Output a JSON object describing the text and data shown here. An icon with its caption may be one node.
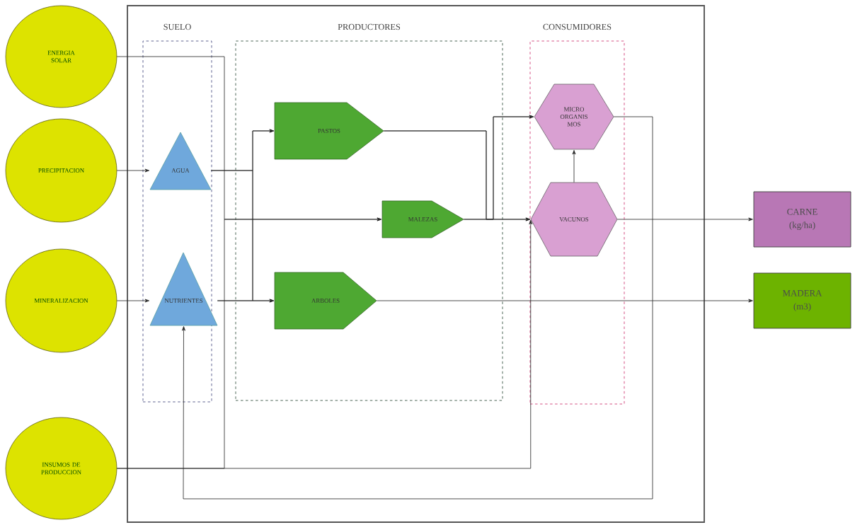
{
  "diagram": {
    "nodes": [
      {
        "text": [],
        "shape": "box"
      },
      {
        "text": [
          "SUELO"
        ],
        "in": 0
      },
      {
        "text": [
          "PRODUCTORES"
        ],
        "in": 0
      },
      {
        "text": [
          "CONSUMIDORES"
        ],
        "in": 0
      },
      {
        "text": [
          "ENERGIA SOLAR"
        ]
      },
      {
        "text": [
          "PRECIPITACION"
        ]
      },
      {
        "text": [
          "MINERALIZACION"
        ]
      },
      {
        "text": [
          "INSUMOS DE PRODUCCION"
        ]
      },
      {
        "text": [
          "AGUA"
        ],
        "in": 1
      },
      {
        "text": [
          "NUTRIENTES"
        ],
        "in": 1
      },
      {
        "text": [
          "PASTOS"
        ],
        "in": 2
      },
      {
        "text": [
          "MALEZAS"
        ],
        "in": 2
      },
      {
        "text": [
          "ARBOLES"
        ],
        "in": 2
      },
      {
        "text": [
          "MICRO ORGANIS MOS"
        ],
        "in": 3
      },
      {
        "text": [
          "VACUNOS"
        ],
        "in": 3
      },
      {
        "text": [
          "CARNE",
          "(kg/ha)"
        ]
      },
      {
        "text": [
          "MADERA",
          "(m3)"
        ]
      }
    ],
    "edges": [
      {
        "from": 4,
        "to": 11,
        "arrow": "to"
      },
      {
        "from": 7,
        "to": 11,
        "arrow": "to"
      },
      {
        "from": 5,
        "to": 8,
        "arrow": "to"
      },
      {
        "from": 6,
        "to": 9,
        "arrow": "to"
      },
      {
        "from": 8,
        "to": 10,
        "arrow": "to"
      },
      {
        "from": 8,
        "to": 12,
        "arrow": "to"
      },
      {
        "from": 9,
        "to": 12,
        "arrow": "to"
      },
      {
        "from": 9,
        "to": 10,
        "arrow": "to"
      },
      {
        "from": 10,
        "to": 14,
        "arrow": "to"
      },
      {
        "from": 10,
        "to": 13,
        "arrow": "to"
      },
      {
        "from": 11,
        "to": 14,
        "arrow": "to"
      },
      {
        "from": 11,
        "to": 13,
        "arrow": "to"
      },
      {
        "from": 14,
        "to": 13,
        "arrow": "to"
      },
      {
        "from": 14,
        "to": 15,
        "arrow": "to"
      },
      {
        "from": 12,
        "to": 16,
        "arrow": "to"
      },
      {
        "from": 13,
        "to": 9,
        "arrow": "to"
      },
      {
        "from": 7,
        "to": 14,
        "arrow": "to"
      }
    ]
  }
}
